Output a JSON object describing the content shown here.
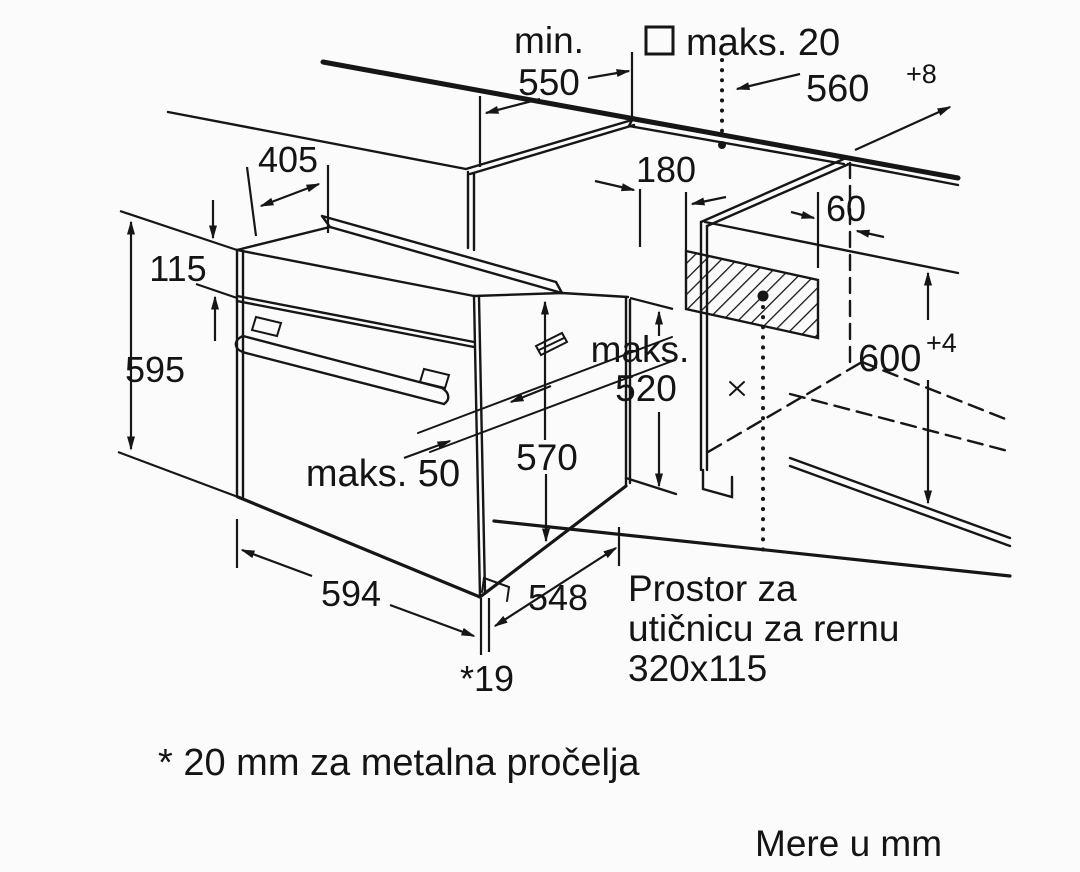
{
  "diagram": {
    "title": "Built-in oven installation drawing",
    "units_note": "Mere u mm",
    "footnote": "* 20 mm za metalna pročelja",
    "socket_label": {
      "line1": "Prostor za",
      "line2": "utičnicu za rernu",
      "line3": "320x115"
    },
    "dimensions": {
      "min_top": {
        "prefix": "min.",
        "value": "550"
      },
      "countertop_max": {
        "label": "maks. 20"
      },
      "niche_width": {
        "value": "560",
        "tolerance": "+8"
      },
      "top_depth": "405",
      "panel_height": "115",
      "oven_height": "595",
      "socket_offset": "180",
      "socket_side": "60",
      "insert_max": {
        "word": "maks.",
        "value": "520"
      },
      "niche_height": {
        "value": "600",
        "tolerance": "+4"
      },
      "side_height": "570",
      "handle_max": "maks. 50",
      "oven_width": "594",
      "oven_depth": "548",
      "front_gap": "*19"
    },
    "colors": {
      "line": "#161616",
      "background": "#fbfbfb"
    }
  }
}
